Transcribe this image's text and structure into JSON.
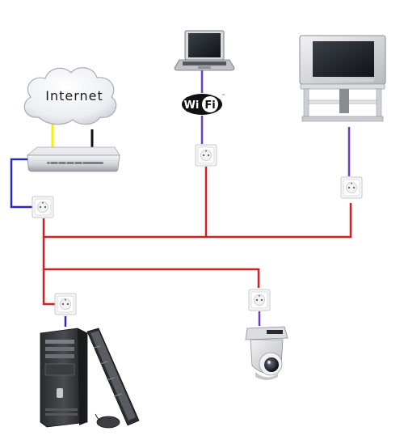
{
  "internet_label": "Internet",
  "wifi_logo": {
    "left": "Wi",
    "right": "Fi",
    "trademark": "™"
  },
  "colors": {
    "ethernet": "#d42020",
    "patch": "#2a2ab8",
    "device_link": "#6a3fc0",
    "wan_yellow": "#f2f200",
    "wan_black": "#111111"
  },
  "icons": [
    "cloud-icon",
    "router-icon",
    "laptop-icon",
    "wifi-logo-icon",
    "tv-icon",
    "wall-outlet-icon",
    "desktop-computer-icon",
    "ip-camera-icon"
  ]
}
